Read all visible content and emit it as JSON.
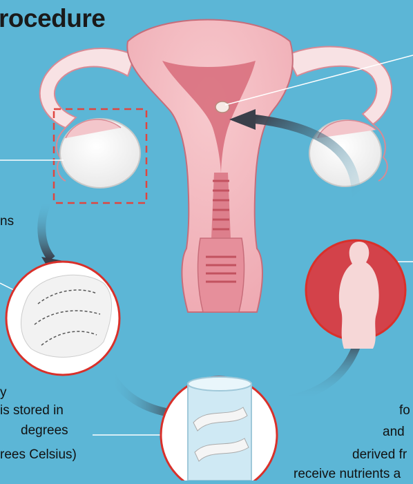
{
  "title": "rocedure",
  "labels": {
    "left_mid": "ns",
    "bottom_left": {
      "line1": "y",
      "line2": "is stored in",
      "line3": "degrees",
      "line4": "rees Celsius)"
    },
    "bottom_right": {
      "line1": "fo",
      "line2": "and",
      "line3": "derived fr",
      "line4": "receive nutrients a"
    }
  },
  "colors": {
    "background": "#5cb6d6",
    "uterus_pink": "#f2b6bd",
    "inner_dark": "#d9707e",
    "circle_border": "#d9302a",
    "arrow": "#3a3f4a"
  }
}
